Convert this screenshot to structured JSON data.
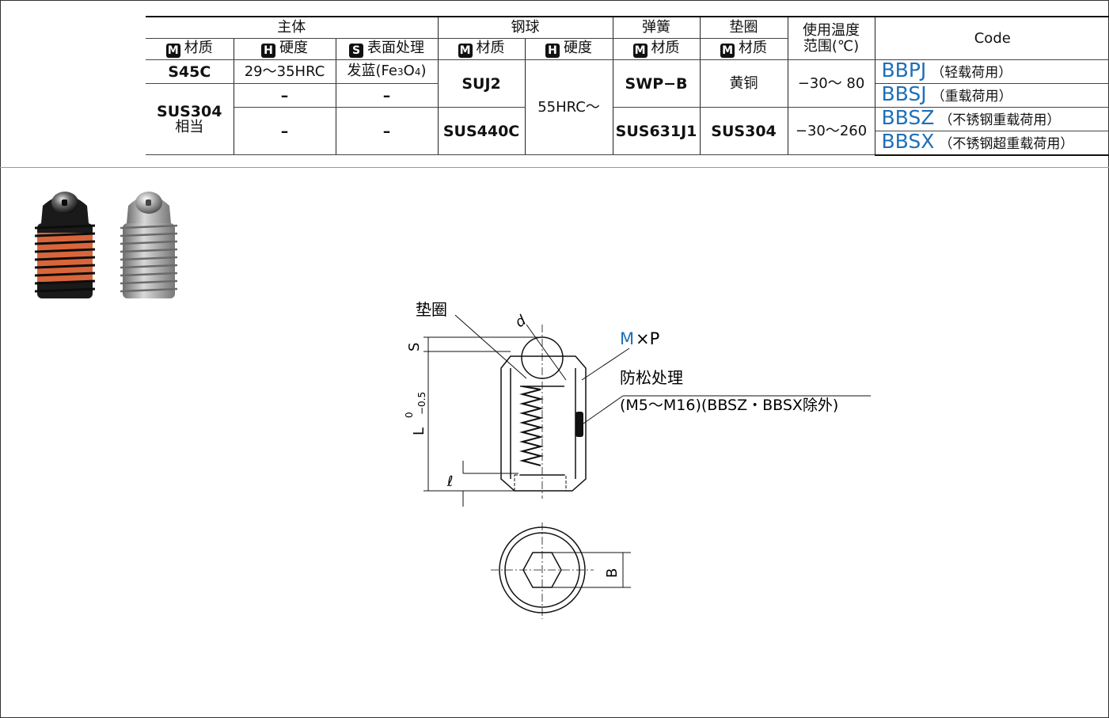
{
  "table": {
    "groups": {
      "body": "主体",
      "ball": "钢球",
      "spring": "弹簧",
      "washer": "垫圈",
      "temp": "使用温度",
      "temp2": "范围(℃)",
      "code": "Code"
    },
    "badges": {
      "m": "M",
      "h": "H",
      "s": "S"
    },
    "sub": {
      "material": "材质",
      "hardness": "硬度",
      "surface": "表面处理"
    },
    "row1": {
      "body_material": "S45C",
      "hardness": "29～35HRC",
      "surface": "发蓝(Fe",
      "surface_sub1": "3",
      "surface_o": "O",
      "surface_sub2": "4",
      "surface_close": ")"
    },
    "row2": {
      "body_material": "SUS304",
      "body_material_note": "相当",
      "dash": "–"
    },
    "ball_material_1": "SUJ2",
    "ball_material_2": "SUS440C",
    "ball_hardness": "55HRC～",
    "spring_1": "SWP−B",
    "spring_2": "SUS631J1",
    "washer_1": "黄铜",
    "washer_2": "SUS304",
    "temp_1": "−30～ 80",
    "temp_2": "−30～260",
    "codes": [
      {
        "name": "BBPJ",
        "desc": "（轻载荷用）"
      },
      {
        "name": "BBSJ",
        "desc": "（重载荷用）"
      },
      {
        "name": "BBSZ",
        "desc": "（不锈钢重载荷用）"
      },
      {
        "name": "BBSX",
        "desc": "（不锈钢超重载荷用）"
      }
    ]
  },
  "drawing": {
    "washer_label": "垫圈",
    "d_label": "d",
    "s_label": "S",
    "l_label": "L",
    "l_tol_upper": "0",
    "l_tol_lower": "−0.5",
    "ell_label": "ℓ",
    "mp_m": "M",
    "mp_rest": "×P",
    "lock_label": "防松处理",
    "lock_note": "(M5～M16)(BBSZ・BBSX除外)",
    "b_label": "B"
  },
  "colors": {
    "accent": "#1e6fb8",
    "photo_black": "#1a1a1a",
    "photo_orange": "#d9663a",
    "photo_steel": "#a7a7a7"
  }
}
